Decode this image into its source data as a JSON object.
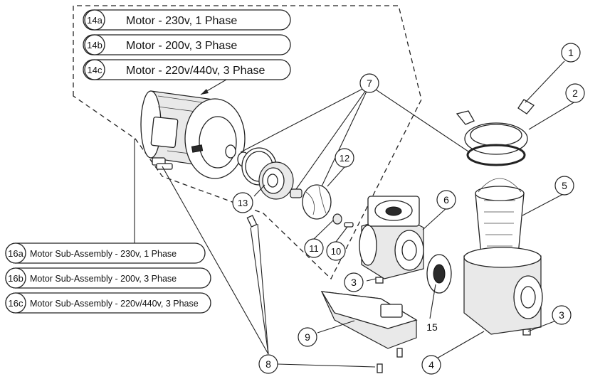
{
  "motors": [
    {
      "code": "14a",
      "label": "Motor - 230v, 1 Phase"
    },
    {
      "code": "14b",
      "label": "Motor - 200v, 3 Phase"
    },
    {
      "code": "14c",
      "label": "Motor - 220v/440v, 3 Phase"
    }
  ],
  "subassemblies": [
    {
      "code": "16a",
      "label": "Motor Sub-Assembly - 230v, 1 Phase"
    },
    {
      "code": "16b",
      "label": "Motor Sub-Assembly - 200v, 3 Phase"
    },
    {
      "code": "16c",
      "label": "Motor Sub-Assembly - 220v/440v, 3 Phase"
    }
  ],
  "callouts": {
    "c1": "1",
    "c2": "2",
    "c3a": "3",
    "c3b": "3",
    "c4": "4",
    "c5": "5",
    "c6": "6",
    "c7": "7",
    "c8": "8",
    "c9": "9",
    "c10": "10",
    "c11": "11",
    "c12": "12",
    "c13": "13",
    "c15": "15"
  }
}
